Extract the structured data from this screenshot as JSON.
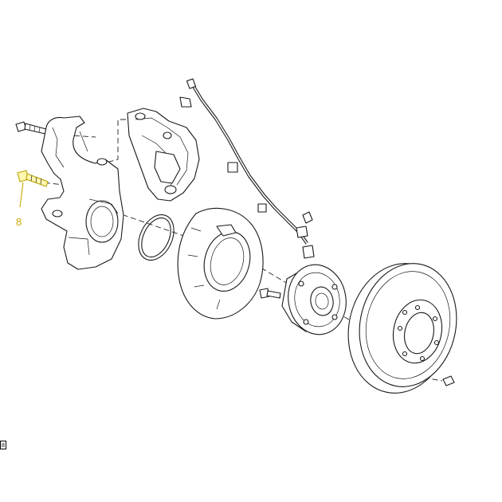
{
  "callouts": [
    {
      "id": "bolt",
      "number": "8",
      "color": "#c9a800"
    }
  ],
  "badge": {
    "text": "8"
  },
  "colors": {
    "line": "#1a1a1a",
    "highlight_fill": "#fff7b0",
    "highlight_stroke": "#b8a400"
  }
}
